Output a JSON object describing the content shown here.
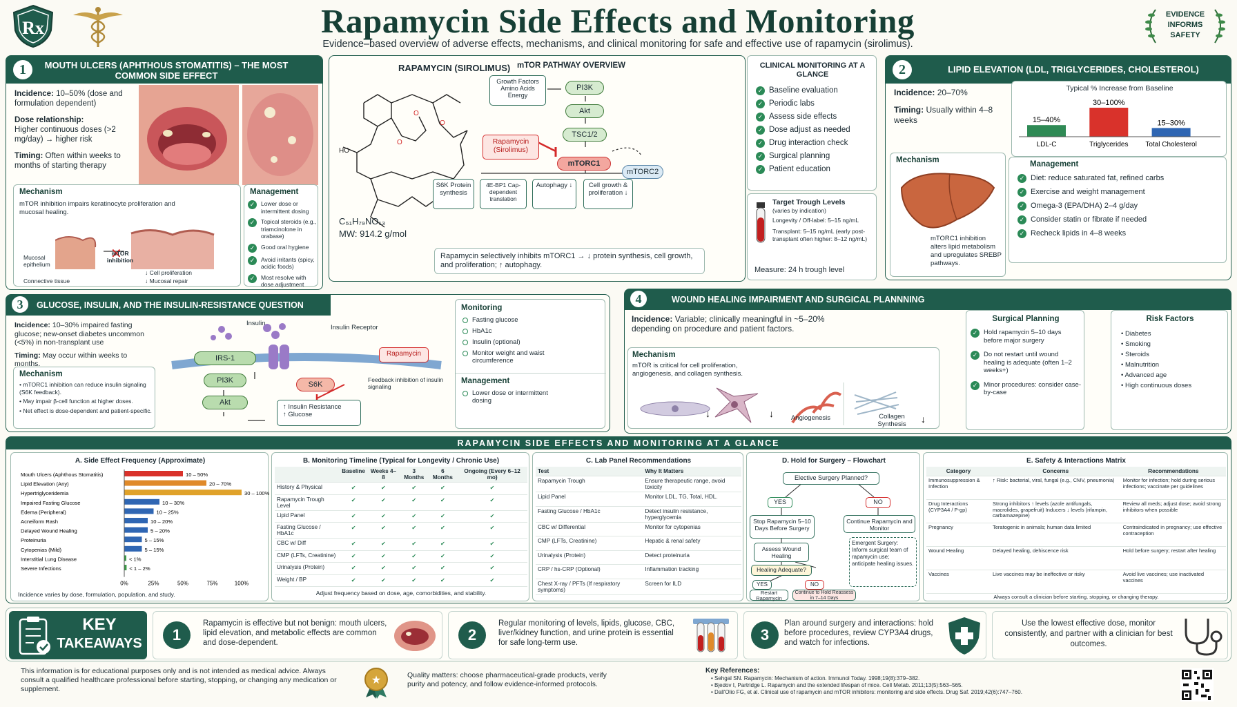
{
  "header": {
    "title": "Rapamycin Side Effects and Monitoring",
    "subtitle": "Evidence–based overview of adverse effects, mechanisms, and clinical monitoring for safe and effective use of rapamycin (sirolimus).",
    "logo_text": "Rx",
    "badge_lines": [
      "EVIDENCE",
      "INFORMS",
      "SAFETY"
    ]
  },
  "mouth": {
    "num": "1",
    "title": "MOUTH ULCERS (APHTHOUS STOMATITIS) – THE MOST COMMON SIDE EFFECT",
    "incidence_label": "Incidence:",
    "incidence": "10–50% (dose and formulation dependent)",
    "dose_label": "Dose relationship:",
    "dose": "Higher continuous doses (>2 mg/day) → higher risk",
    "timing_label": "Timing:",
    "timing": "Often within weeks to months of starting therapy",
    "mech_title": "Mechanism",
    "mech_text": "mTOR inhibition impairs keratinocyte proliferation and mucosal healing.",
    "mucosal": "Mucosal epithelium",
    "inhibition": "mTOR inhibition",
    "connective": "Connective tissue",
    "prolif": "↓ Cell proliferation",
    "repair": "↓ Mucosal repair",
    "mgmt_title": "Management",
    "mgmt": [
      "Lower dose or intermittent dosing",
      "Topical steroids (e.g., triamcinolone in orabase)",
      "Good oral hygiene",
      "Avoid irritants (spicy, acidic foods)",
      "Most resolve with dose adjustment"
    ]
  },
  "drug": {
    "title": "RAPAMYCIN (SIROLIMUS)",
    "formula": "C₅₁H₇₉NO₁₃",
    "mw": "MW: 914.2 g/mol",
    "ho": "HO",
    "path_title": "mTOR PATHWAY OVERVIEW",
    "growth": "Growth Factors Amino Acids Energy",
    "pi3k": "PI3K",
    "akt": "Akt",
    "tsc": "TSC1/2",
    "rapa": "Rapamycin (Sirolimus)",
    "mtorc1": "mTORC1",
    "mtorc2": "mTORC2",
    "s6k": "S6K Protein synthesis",
    "ebp": "4E-BP1 Cap-dependent translation",
    "auto": "Autophagy ↓",
    "cell": "Cell growth & proliferation ↓",
    "summary": "Rapamycin selectively inhibits mTORC1 → ↓ protein synthesis, cell growth, and proliferation; ↑ autophagy."
  },
  "clinical": {
    "title": "CLINICAL MONITORING AT A GLANCE",
    "items": [
      "Baseline evaluation",
      "Periodic labs",
      "Assess side effects",
      "Dose adjust as needed",
      "Drug interaction check",
      "Surgical planning",
      "Patient education"
    ],
    "trough_title": "Target Trough Levels",
    "trough_sub": "(varies by indication)",
    "longevity": "Longevity / Off-label: 5–15 ng/mL",
    "transplant": "Transplant: 5–15 ng/mL (early post-transplant often higher: 8–12 ng/mL)",
    "measure": "Measure: 24 h trough level"
  },
  "lipid": {
    "num": "2",
    "title": "LIPID ELEVATION (LDL, TRIGLYCERIDES, CHOLESTEROL)",
    "incidence_label": "Incidence:",
    "incidence": "20–70%",
    "timing_label": "Timing:",
    "timing": "Usually within 4–8 weeks",
    "chart_title": "Typical % Increase from Baseline",
    "mech_title": "Mechanism",
    "mech_text": "mTORC1 inhibition alters lipid metabolism and upregulates SREBP pathways.",
    "mgmt_title": "Management",
    "mgmt": [
      "Diet: reduce saturated fat, refined carbs",
      "Exercise and weight management",
      "Omega-3 (EPA/DHA) 2–4 g/day",
      "Consider statin or fibrate if needed",
      "Recheck lipids in 4–8 weeks"
    ]
  },
  "glucose": {
    "num": "3",
    "title": "GLUCOSE, INSULIN, AND THE INSULIN-RESISTANCE QUESTION",
    "incidence_label": "Incidence:",
    "incidence": "10–30% impaired fasting glucose; new-onset diabetes uncommon (<5%) in non-transplant use",
    "timing_label": "Timing:",
    "timing": "May occur within weeks to months.",
    "mech_title": "Mechanism",
    "mech": [
      "mTORC1 inhibition can reduce insulin signaling (S6K feedback).",
      "May impair β-cell function at higher doses.",
      "Net effect is dose-dependent and patient-specific."
    ],
    "insulin": "Insulin",
    "receptor": "Insulin Receptor",
    "irs": "IRS-1",
    "pi3k": "PI3K",
    "akt": "Akt",
    "s6k": "S6K",
    "rapa": "Rapamycin",
    "feedback": "Feedback inhibition of insulin signaling",
    "resist": "↑ Insulin Resistance",
    "gluc": "↑ Glucose",
    "mon_title": "Monitoring",
    "mon": [
      "Fasting glucose",
      "HbA1c",
      "Insulin (optional)",
      "Monitor weight and waist circumference"
    ],
    "mgmt_title": "Management",
    "mgmt": [
      "Lower dose or intermittent dosing"
    ]
  },
  "wound": {
    "num": "4",
    "title": "WOUND HEALING IMPAIRMENT AND SURGICAL PLANNNING",
    "incidence_label": "Incidence:",
    "incidence": "Variable; clinically meaningful in ~5–20% depending on procedure and patient factors.",
    "mech_title": "Mechanism",
    "mech_text": "mTOR is critical for cell proliferation, angiogenesis, and collagen synthesis.",
    "angio": "Angiogenesis",
    "collagen": "Collagen Synthesis",
    "plan_title": "Surgical Planning",
    "plan": [
      "Hold rapamycin 5–10 days before major surgery",
      "Do not restart until wound healing is adequate (often 1–2 weeks+)",
      "Minor procedures: consider case-by-case"
    ],
    "risk_title": "Risk Factors",
    "risk": [
      "Diabetes",
      "Smoking",
      "Steroids",
      "Malnutrition",
      "Advanced age",
      "High continuous doses"
    ]
  },
  "glance": {
    "title": "RAPAMYCIN SIDE EFFECTS AND MONITORING AT A GLANCE"
  },
  "freq": {
    "title": "A. Side Effect Frequency (Approximate)",
    "note": "Incidence varies by dose, formulation, population, and study.",
    "ticks": [
      "0%",
      "25%",
      "50%",
      "75%",
      "100%"
    ]
  },
  "chart_data": [
    {
      "type": "bar",
      "title": "Typical % Increase from Baseline",
      "categories": [
        "LDL-C",
        "Triglycerides",
        "Total Cholesterol"
      ],
      "labels": [
        "15–40%",
        "30–100%",
        "15–30%"
      ],
      "ranges": [
        [
          15,
          40
        ],
        [
          30,
          100
        ],
        [
          15,
          30
        ]
      ],
      "colors": [
        "#2f8a55",
        "#d9322b",
        "#2f66b3"
      ]
    },
    {
      "type": "bar",
      "orientation": "horizontal",
      "title": "A. Side Effect Frequency (Approximate)",
      "categories": [
        "Mouth Ulcers (Aphthous Stomatitis)",
        "Lipid Elevation (Any)",
        "Hypertriglyceridemia",
        "Impaired Fasting Glucose",
        "Edema (Peripheral)",
        "Acneiform Rash",
        "Delayed Wound Healing",
        "Proteinuria",
        "Cytopenias (Mild)",
        "Interstitial Lung Disease",
        "Severe Infections"
      ],
      "labels": [
        "10 – 50%",
        "20 – 70%",
        "30 – 100%",
        "10 – 30%",
        "10 – 25%",
        "10 – 20%",
        "5 – 20%",
        "5 – 15%",
        "5 – 15%",
        "< 1%",
        "< 1 – 2%"
      ],
      "values": [
        50,
        70,
        100,
        30,
        25,
        20,
        20,
        15,
        15,
        1,
        2
      ],
      "colors": [
        "#d9322b",
        "#e08a2a",
        "#e0a22a",
        "#2f66b3",
        "#2f66b3",
        "#2f66b3",
        "#2f66b3",
        "#2f66b3",
        "#2f66b3",
        "#3a9a46",
        "#3a9a46"
      ],
      "xlim": [
        0,
        100
      ]
    }
  ],
  "timeline": {
    "title": "B. Monitoring Timeline (Typical for Longevity / Chronic Use)",
    "cols": [
      "",
      "Baseline",
      "Weeks 4–8",
      "3 Months",
      "6 Months",
      "Ongoing (Every 6–12 mo)"
    ],
    "rows": [
      "History & Physical",
      "Rapamycin Trough Level",
      "Lipid Panel",
      "Fasting Glucose / HbA1c",
      "CBC w/ Diff",
      "CMP (LFTs, Creatinine)",
      "Urinalysis (Protein)",
      "Weight / BP"
    ],
    "mark": "✔",
    "note": "Adjust frequency based on dose, age, comorbidities, and stability."
  },
  "lab": {
    "title": "C. Lab Panel Recommendations",
    "cols": [
      "Test",
      "Why It Matters"
    ],
    "rows": [
      [
        "Rapamycin Trough",
        "Ensure therapeutic range, avoid toxicity"
      ],
      [
        "Lipid Panel",
        "Monitor LDL, TG, Total, HDL."
      ],
      [
        "Fasting Glucose / HbA1c",
        "Detect insulin resistance, hyperglycemia"
      ],
      [
        "CBC w/ Differential",
        "Monitor for cytopenias"
      ],
      [
        "CMP (LFTs, Creatinine)",
        "Hepatic & renal safety"
      ],
      [
        "Urinalysis (Protein)",
        "Detect proteinuria"
      ],
      [
        "CRP / hs-CRP (Optional)",
        "Inflammation tracking"
      ],
      [
        "Chest X-ray / PFTs (If respiratory symptoms)",
        "Screen for ILD"
      ]
    ]
  },
  "flow": {
    "title": "D. Hold for Surgery – Flowchart",
    "q": "Elective Surgery Planned?",
    "yes": "YES",
    "no": "NO",
    "stop": "Stop Rapamycin 5–10 Days Before Surgery",
    "cont": "Continue Rapamycin and Monitor",
    "assess": "Assess Wound Healing",
    "adequate": "Healing Adequate?",
    "restart": "Restart Rapamycin",
    "hold": "Continue to Hold Reassess in 7–14 Days",
    "emergent": "Emergent Surgery: Inform surgical team of rapamycin use; anticipate healing issues."
  },
  "safety": {
    "title": "E. Safety & Interactions Matrix",
    "cols": [
      "Category",
      "Concerns",
      "Recommendations"
    ],
    "rows": [
      [
        "Immunosuppression & Infection",
        "↑ Risk: bacterial, viral, fungal (e.g., CMV, pneumonia)",
        "Monitor for infection; hold during serious infections; vaccinate per guidelines"
      ],
      [
        "Drug Interactions (CYP3A4 / P-gp)",
        "Strong inhibitors ↑ levels (azole antifungals, macrolides, grapefruit) Inducers ↓ levels (rifampin, carbamazepine)",
        "Review all meds; adjust dose; avoid strong inhibitors when possible"
      ],
      [
        "Pregnancy",
        "Teratogenic in animals; human data limited",
        "Contraindicated in pregnancy; use effective contraception"
      ],
      [
        "Wound Healing",
        "Delayed healing, dehiscence risk",
        "Hold before surgery; restart after healing"
      ],
      [
        "Vaccines",
        "Live vaccines may be ineffective or risky",
        "Avoid live vaccines; use inactivated vaccines"
      ]
    ],
    "note": "Always consult a clinician before starting, stopping, or changing therapy."
  },
  "takeaways": {
    "title1": "KEY",
    "title2": "TAKEAWAYS",
    "n1": "1",
    "t1": "Rapamycin is effective but not benign: mouth ulcers, lipid elevation, and metabolic effects are common and dose-dependent.",
    "n2": "2",
    "t2": "Regular monitoring of levels, lipids, glucose, CBC, liver/kidney function, and urine protein is essential for safe long-term use.",
    "n3": "3",
    "t3": "Plan around surgery and interactions: hold before procedures, review CYP3A4 drugs, and watch for infections.",
    "t4": "Use the lowest effective dose, monitor consistently, and partner with a clinician for best outcomes."
  },
  "footer": {
    "disclaimer": "This information is for educational purposes only and is not intended as medical advice. Always consult a qualified healthcare professional before starting, stopping, or changing any medication or supplement.",
    "quality": "Quality matters: choose pharmaceutical-grade products, verify purity and potency, and follow evidence-informed protocols.",
    "refs_title": "Key References:",
    "refs": [
      "Sehgal SN. Rapamycin: Mechanism of action. Immunol Today. 1998;19(8):379–382.",
      "Bjedov I, Partridge L. Rapamycin and the extended lifespan of mice. Cell Metab. 2011;13(5):563–565.",
      "Dall'Olio FG, et al. Clinical use of rapamycin and mTOR inhibitors: monitoring and side effects. Drug Saf. 2019;42(6):747–760."
    ]
  }
}
